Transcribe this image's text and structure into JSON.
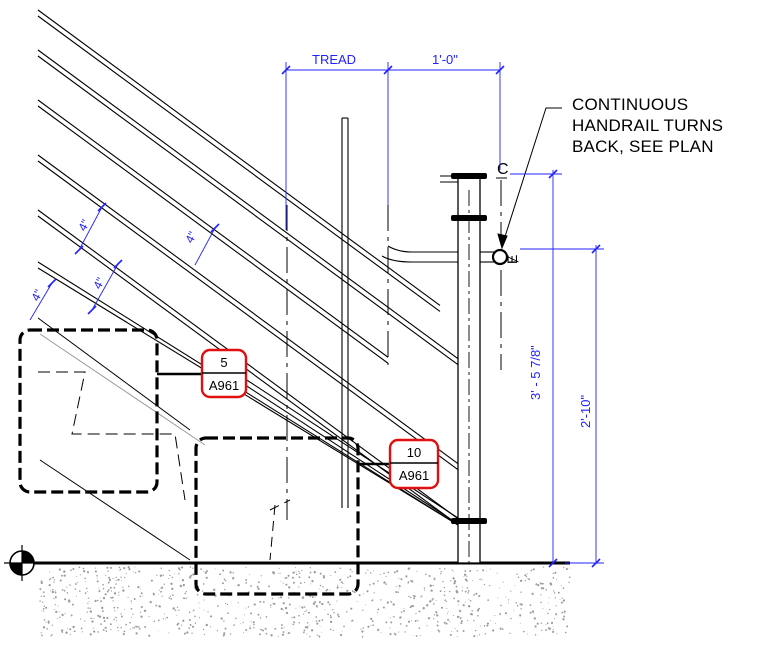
{
  "dimensions": {
    "tread": "TREAD",
    "one_foot": "1'-0\"",
    "rail_spacing": "4\"",
    "height_upper": "3' - 5 7/8\"",
    "height_lower": "2'-10\""
  },
  "centerline_symbol": "C",
  "centerline_symbol_small": "Ɇ",
  "note": {
    "line1": "CONTINUOUS",
    "line2": "HANDRAIL TURNS",
    "line3": "BACK, SEE PLAN"
  },
  "callouts": [
    {
      "number": "5",
      "sheet": "A961"
    },
    {
      "number": "10",
      "sheet": "A961"
    }
  ],
  "colors": {
    "line": "#000000",
    "dimension": "#1a1aff",
    "callout": "#e01010",
    "ground_hatch": "#9a9a9a"
  }
}
